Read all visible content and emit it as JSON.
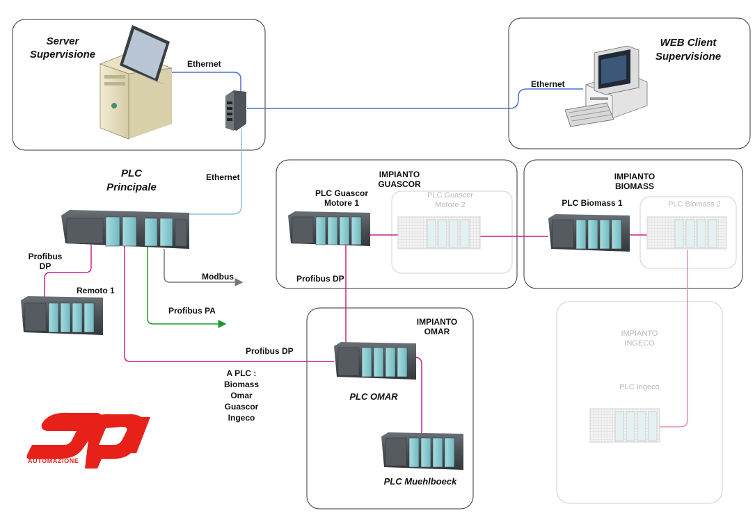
{
  "groups": {
    "server": {
      "title_line1": "Server",
      "title_line2": "Supervisione"
    },
    "web_client": {
      "title_line1": "WEB Client",
      "title_line2": "Supervisione"
    },
    "guascor": {
      "title_line1": "IMPIANTO",
      "title_line2": "GUASCOR"
    },
    "biomass": {
      "title_line1": "IMPIANTO",
      "title_line2": "BIOMASS"
    },
    "omar": {
      "title_line1": "IMPIANTO",
      "title_line2": "OMAR"
    },
    "ingeco": {
      "title_line1": "IMPIANTO",
      "title_line2": "INGECO"
    }
  },
  "plc": {
    "principale": {
      "line1": "PLC",
      "line2": "Principale"
    },
    "remoto": "Remoto 1",
    "guascor_1": {
      "line1": "PLC Guascor",
      "line2": "Motore 1"
    },
    "guascor_2": {
      "line1": "PLC Guascor",
      "line2": "Motore 2"
    },
    "biomass_1": "PLC Biomass 1",
    "biomass_2": "PLC Biomass 2",
    "omar": "PLC OMAR",
    "muehlboeck": "PLC Muehlboeck",
    "ingeco": "PLC Ingeco"
  },
  "links": {
    "ethernet_server": "Ethernet",
    "ethernet_client": "Ethernet",
    "ethernet_plc": "Ethernet",
    "profibus_dp_remoto": {
      "line1": "Profibus",
      "line2": "DP"
    },
    "modbus": "Modbus",
    "profibus_pa": "Profibus PA",
    "profibus_dp_guascor": "Profibus DP",
    "profibus_dp_omar": "Profibus DP"
  },
  "note": {
    "line1": "A PLC :",
    "line2": "Biomass",
    "line3": "Omar",
    "line4": "Guascor",
    "line5": "Ingeco"
  },
  "logo": {
    "word": "AUTOMAZIONE",
    "accent": "#e8201a"
  },
  "colors": {
    "ethernet": "#4a6fd6",
    "ethernet_light": "#8fc2dc",
    "profibus_dp": "#c8208a",
    "profibus_pa": "#1a9a2a",
    "modbus": "#777777"
  }
}
